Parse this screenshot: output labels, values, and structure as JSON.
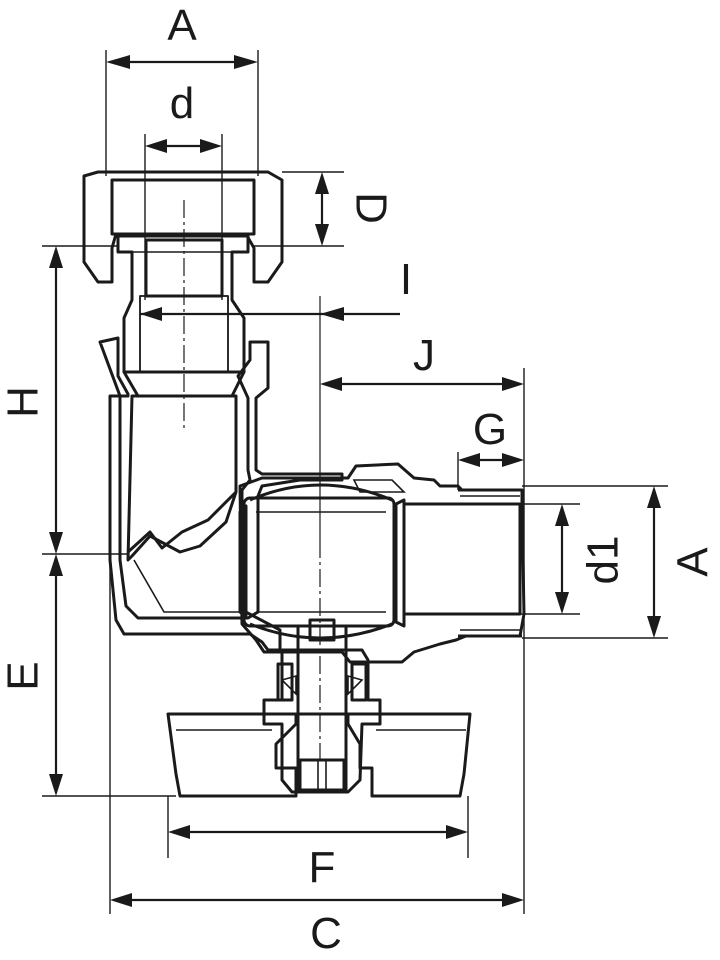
{
  "labels": {
    "A_top": "A",
    "d": "d",
    "D": "D",
    "I": "I",
    "H": "H",
    "J": "J",
    "G": "G",
    "d1": "d1",
    "A_right": "A",
    "E": "E",
    "F": "F",
    "C": "C"
  },
  "colors": {
    "line": "#1a1a1a",
    "background": "#ffffff"
  }
}
